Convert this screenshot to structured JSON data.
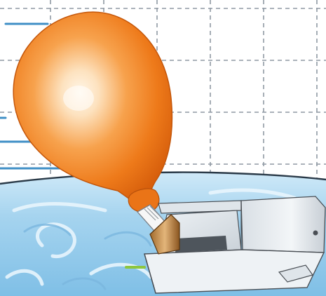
{
  "figure": {
    "objects": [
      "balloon",
      "straw",
      "boat",
      "water",
      "grid-background",
      "label-lines"
    ],
    "colors": {
      "balloon": "#f07f1f",
      "balloon_highlight": "#fff0d8",
      "water": "#a9d6ef",
      "water_dark": "#6fb6e0",
      "grid_line": "#9aa3ad",
      "label_line": "#3d8fc7",
      "green_pointer": "#8dc63f",
      "boat": "#e9edf1",
      "boat_edge": "#4a4f55"
    }
  }
}
